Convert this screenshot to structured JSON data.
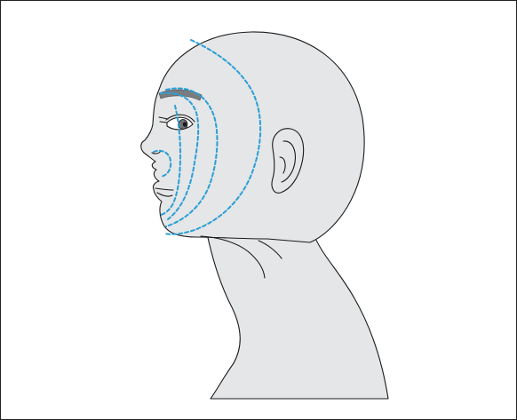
{
  "figure": {
    "subject": "head-profile-left",
    "colors": {
      "skin": "#e4e6e7",
      "outline": "#1a1a1a",
      "eyebrow": "#7a7d80",
      "guide_lines": "#2a9fd6",
      "background": "#ffffff",
      "frame": "#222222"
    },
    "guide_line_count": 5,
    "guide_style": "dashed"
  }
}
